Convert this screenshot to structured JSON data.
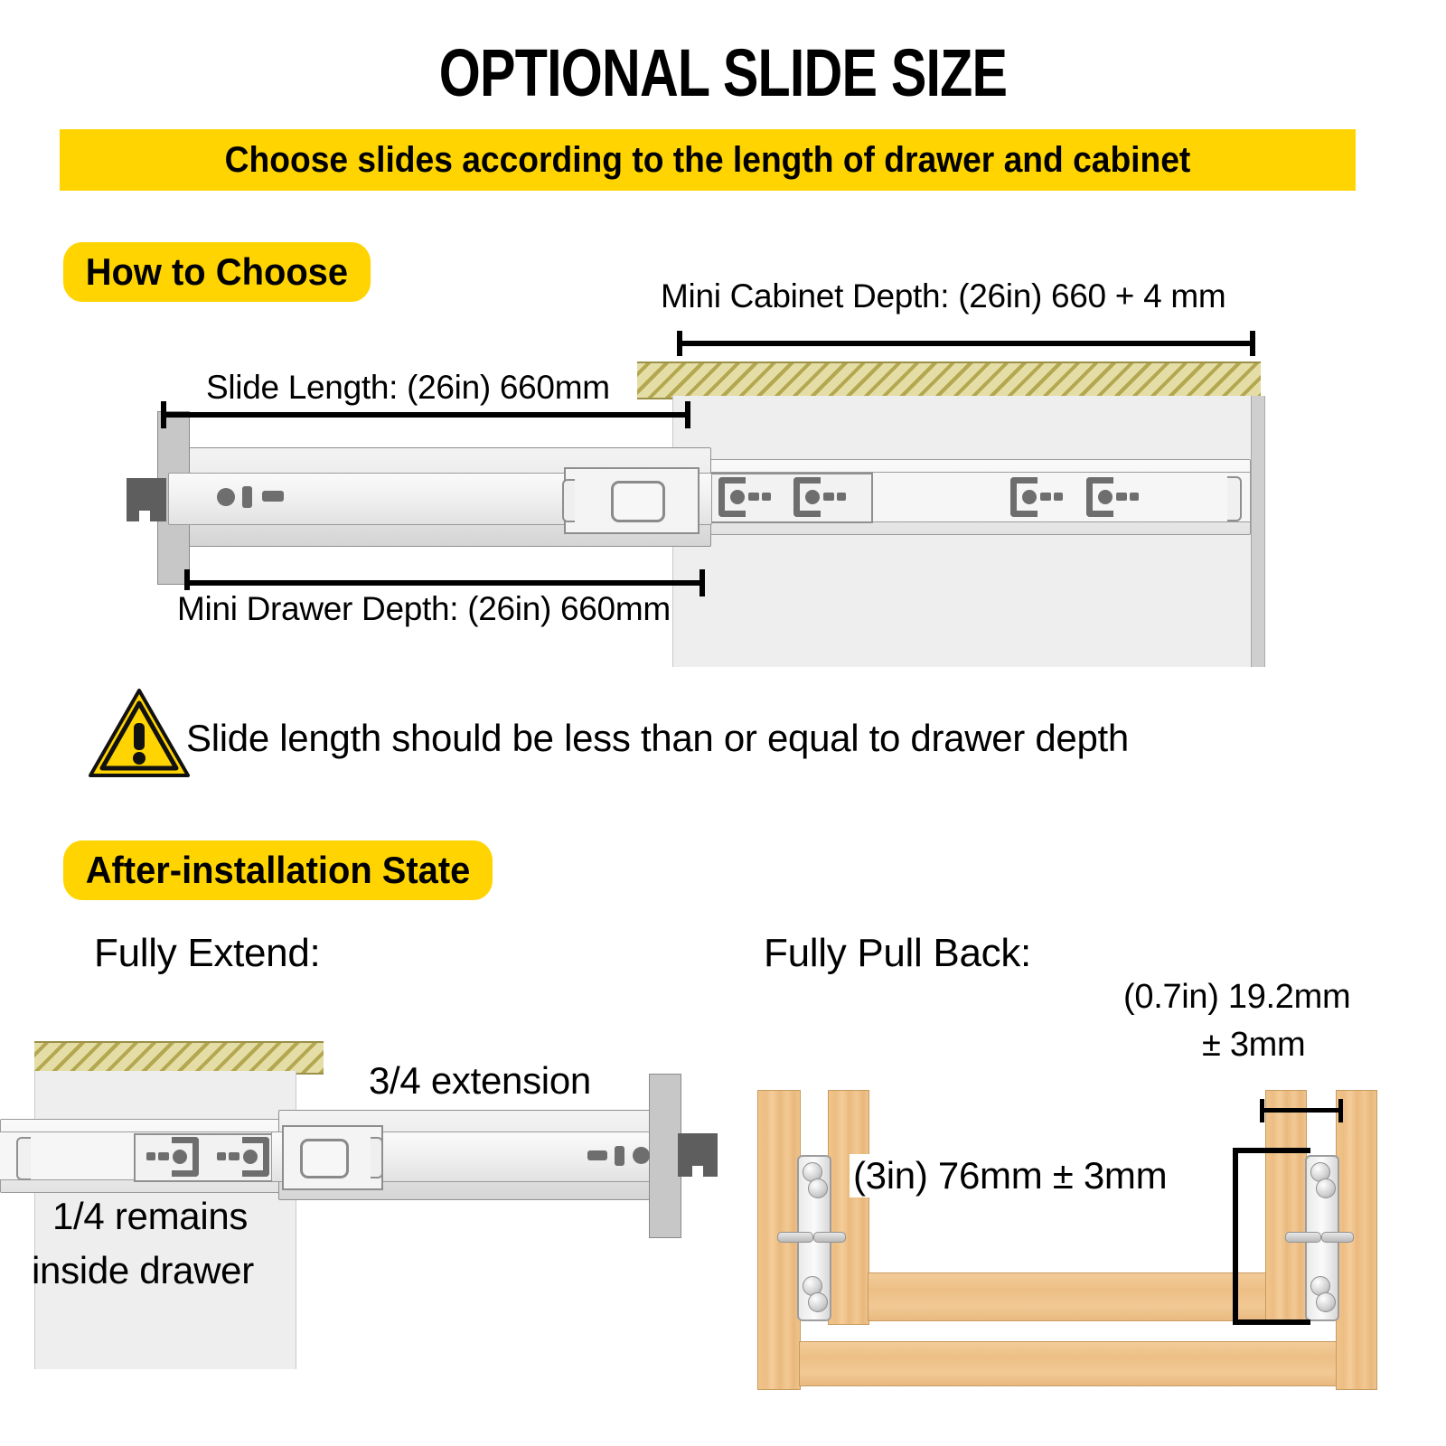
{
  "title": "OPTIONAL SLIDE SIZE",
  "subtitle": "Choose slides according to the length of drawer and cabinet",
  "sections": {
    "how_to_choose": {
      "pill_label": "How to Choose",
      "labels": {
        "cabinet_depth": "Mini Cabinet Depth: (26in) 660 + 4 mm",
        "slide_length": "Slide Length: (26in) 660mm",
        "drawer_depth": "Mini Drawer Depth: (26in) 660mm"
      }
    },
    "warning": {
      "icon": "warning-triangle-icon",
      "text": "Slide length should be less than or equal to drawer depth"
    },
    "after_installation": {
      "pill_label": "After-installation State",
      "fully_extend": {
        "heading": "Fully Extend:",
        "extension_label": "3/4 extension",
        "remains_line1": "1/4 remains",
        "remains_line2": "inside drawer"
      },
      "fully_pull_back": {
        "heading": "Fully Pull Back:",
        "gap_line1": "(0.7in) 19.2mm",
        "gap_line2": "± 3mm",
        "height_label": "(3in) 76mm ± 3mm"
      }
    }
  },
  "colors": {
    "accent_yellow": "#FFD400",
    "wood_hatch": "#d9d08a",
    "wood_solid": "#edbf86",
    "metal_light": "#f1f1f1",
    "metal_dark": "#6e6e6e",
    "cabinet_body": "#eeeeee",
    "text": "#000000"
  }
}
